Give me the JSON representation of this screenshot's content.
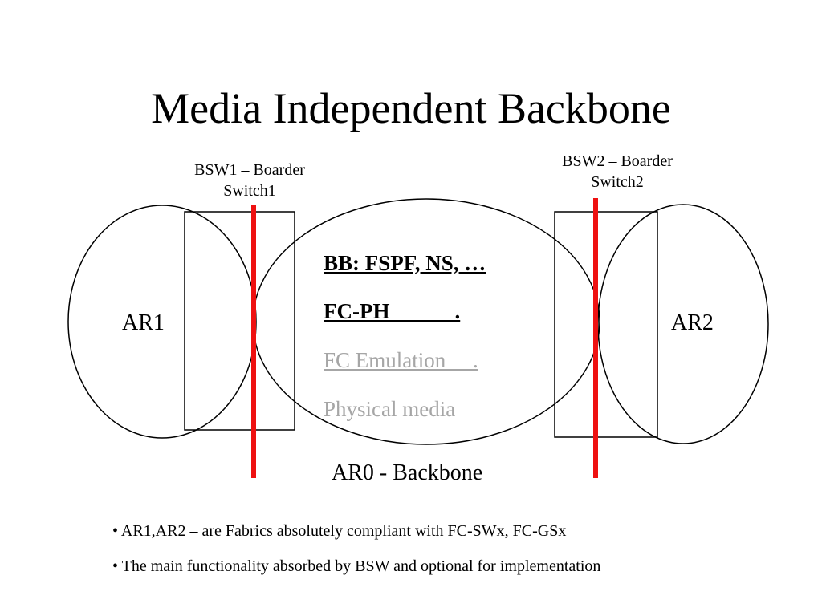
{
  "title": "Media Independent Backbone",
  "diagram": {
    "bsw1_label_line1": "BSW1 – Boarder",
    "bsw1_label_line2": "Switch1",
    "bsw2_label_line1": "BSW2 – Boarder",
    "bsw2_label_line2": "Switch2",
    "ar1_label": "AR1",
    "ar2_label": "AR2",
    "ar0_label": "AR0 - Backbone",
    "stack": {
      "layer1": "BB: FSPF, NS, …",
      "layer2": "FC-PH            .",
      "layer3": "FC Emulation     .",
      "layer4": "Physical media"
    },
    "colors": {
      "divider_line": "#ee1111",
      "outline": "#000000",
      "muted_text": "#a6a6a6"
    }
  },
  "bullets": [
    "• AR1,AR2 – are Fabrics absolutely compliant with FC-SWx, FC-GSx",
    "• The main functionality absorbed by BSW and optional for implementation"
  ]
}
